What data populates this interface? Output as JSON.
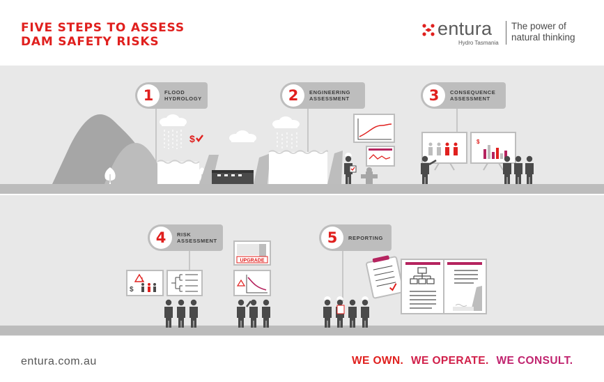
{
  "header": {
    "title_line1": "FIVE STEPS TO ASSESS",
    "title_line2": "DAM SAFETY RISKS"
  },
  "logo": {
    "brand": "entura",
    "sub": "Hydro Tasmania",
    "tagline_line1": "The power of",
    "tagline_line2": "natural thinking"
  },
  "steps": [
    {
      "number": "1",
      "line1": "FLOOD",
      "line2": "HYDROLOGY"
    },
    {
      "number": "2",
      "line1": "ENGINEERING",
      "line2": "ASSESSMENT"
    },
    {
      "number": "3",
      "line1": "CONSEQUENCE",
      "line2": "ASSESSMENT"
    },
    {
      "number": "4",
      "line1": "RISK",
      "line2": "ASSESSMENT"
    },
    {
      "number": "5",
      "line1": "REPORTING",
      "line2": ""
    }
  ],
  "icons": {
    "dollar": "$",
    "warning": "!",
    "upgrade": "UPGRADE"
  },
  "footer": {
    "website": "entura.com.au",
    "slogan": [
      {
        "text": "WE OWN.",
        "color": "#e0201e"
      },
      {
        "text": "WE OPERATE.",
        "color": "#d1204a"
      },
      {
        "text": "WE CONSULT.",
        "color": "#c0236e"
      }
    ]
  },
  "colors": {
    "accent": "#e0201e",
    "magenta": "#b5245f",
    "band": "#e8e8e8",
    "ground": "#bcbcbc",
    "dark": "#4a4a4a"
  }
}
